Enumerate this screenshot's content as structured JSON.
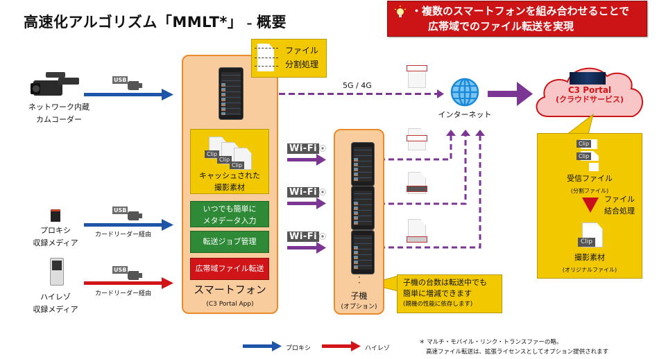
{
  "title": {
    "main": "高速化アルゴリズム「MMLT*」",
    "dash": " – ",
    "suffix": "概要"
  },
  "banner": {
    "icon": "lightbulb-icon",
    "line1": "・複数のスマートフォンを組み合わせることで",
    "line2": "広帯域でのファイル転送を実現"
  },
  "sources": [
    {
      "name": "camcorder",
      "label_line1": "ネットワーク内蔵",
      "label_line2": "カムコーダー",
      "connector": "USB",
      "via": "",
      "line_type": "プロキシ"
    },
    {
      "name": "proxy-media",
      "label_line1": "プロキシ",
      "label_line2": "収録メディア",
      "connector": "USB",
      "via": "カードリーダー経由",
      "line_type": "プロキシ"
    },
    {
      "name": "hires-media",
      "label_line1": "ハイレゾ",
      "label_line2": "収録メディア",
      "connector": "USB",
      "via": "カードリーダー経由",
      "line_type": "ハイレゾ"
    }
  ],
  "smartphone": {
    "split_callout_line1": "ファイル",
    "split_callout_line2": "分割処理",
    "cache_label_line1": "キャッシュされた",
    "cache_label_line2": "撮影素材",
    "clip_tag": "Clip",
    "features": [
      {
        "line1": "いつでも簡単に",
        "line2": "メタデータ入力",
        "color": "#2f8a38"
      },
      {
        "line1": "転送ジョブ管理",
        "line2": "",
        "color": "#2f8a38"
      },
      {
        "line1": "広帯域ファイル転送",
        "line2": "",
        "color": "#d01418"
      }
    ],
    "name": "スマートフォン",
    "app": "(C3 Portal App)"
  },
  "network": {
    "cellular_label": "5G / 4G",
    "wifi_label": "Wi-Fi",
    "internet_label": "インターネット"
  },
  "child_devices": {
    "count_shown": 3,
    "label": "子機",
    "sublabel": "(オプション)",
    "callout_line1": "子機の台数は転送中でも",
    "callout_line2": "簡単に増減できます",
    "callout_line3": "(親機の性能に依存します)"
  },
  "cloud": {
    "name": "C3 Portal",
    "sub": "(クラウドサービス)",
    "received_label": "受信ファイル",
    "received_sub": "(分割ファイル)",
    "merge_line1": "ファイル",
    "merge_line2": "結合処理",
    "result_label": "撮影素材",
    "result_sub": "(オリジナルファイル)",
    "clip_tag": "Clip"
  },
  "legend": {
    "items": [
      {
        "label": "プロキシ",
        "color": "#1f55a8"
      },
      {
        "label": "ハイレゾ",
        "color": "#d01418"
      }
    ]
  },
  "footnote": {
    "line1": "＊ マルチ・モバイル・リンク・トランスファーの略。",
    "line2": "高速ファイル転送は、拡張ライセンスとしてオプション提供されます"
  },
  "colors": {
    "proxy_blue": "#1f55a8",
    "hires_red": "#d01418",
    "purple": "#7b3593",
    "orange_fill": "#f9cc9e",
    "yellow": "#f2c800"
  }
}
